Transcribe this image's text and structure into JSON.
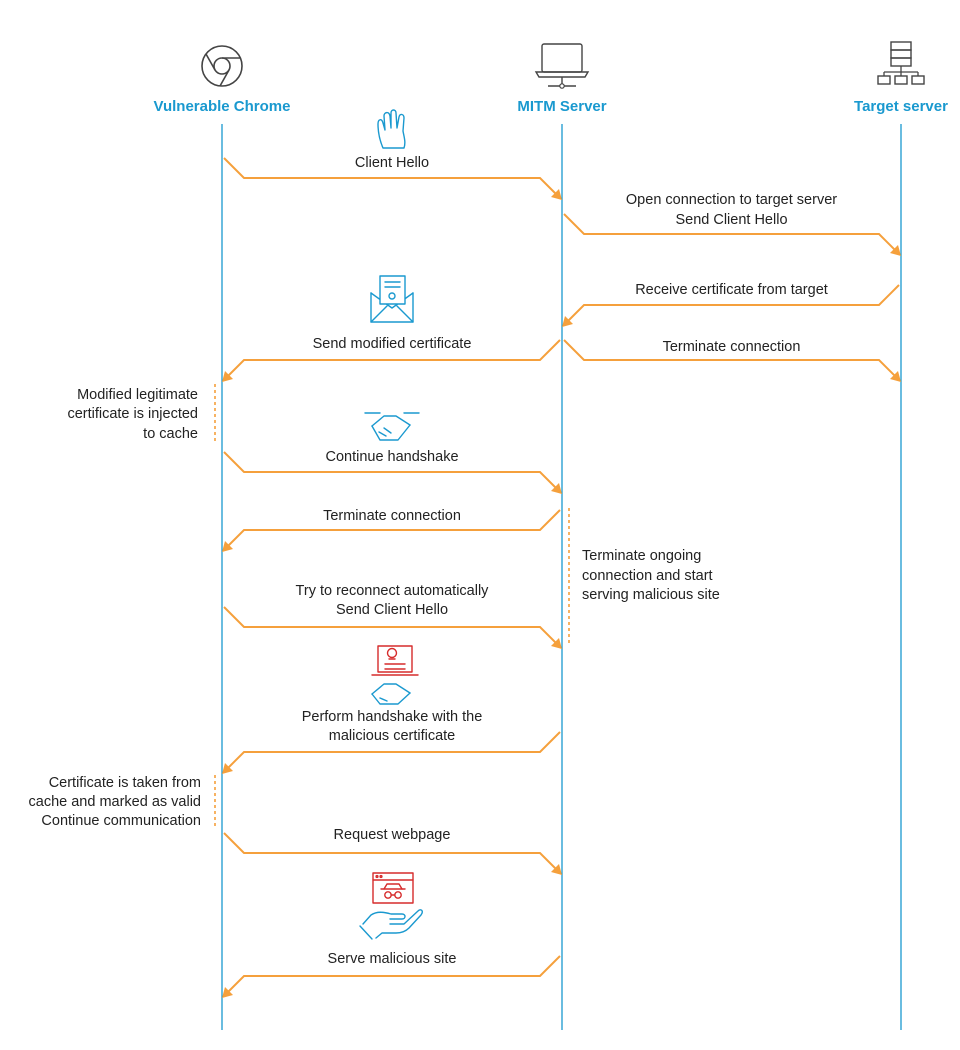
{
  "actors": [
    {
      "id": "chrome",
      "label": "Vulnerable Chrome",
      "icon": "chrome-browser-icon"
    },
    {
      "id": "mitm",
      "label": "MITM Server",
      "icon": "laptop-icon"
    },
    {
      "id": "target",
      "label": "Target server",
      "icon": "server-network-icon"
    }
  ],
  "messages": [
    {
      "from": "chrome",
      "to": "mitm",
      "lines": [
        "Client Hello"
      ]
    },
    {
      "from": "mitm",
      "to": "target",
      "lines": [
        "Open connection to target server",
        "Send Client Hello"
      ]
    },
    {
      "from": "target",
      "to": "mitm",
      "lines": [
        "Receive certificate from target"
      ]
    },
    {
      "from": "mitm",
      "to": "chrome",
      "lines": [
        "Send modified certificate"
      ]
    },
    {
      "from": "mitm",
      "to": "target",
      "lines": [
        "Terminate connection"
      ]
    },
    {
      "from": "chrome",
      "to": "mitm",
      "lines": [
        "Continue handshake"
      ]
    },
    {
      "from": "mitm",
      "to": "chrome",
      "lines": [
        "Terminate connection"
      ]
    },
    {
      "from": "chrome",
      "to": "mitm",
      "lines": [
        "Try to reconnect automatically",
        "Send Client Hello"
      ]
    },
    {
      "from": "mitm",
      "to": "chrome",
      "lines": [
        "Perform handshake with the",
        "malicious certificate"
      ]
    },
    {
      "from": "chrome",
      "to": "mitm",
      "lines": [
        "Request webpage"
      ]
    },
    {
      "from": "mitm",
      "to": "chrome",
      "lines": [
        "Serve malicious site"
      ]
    }
  ],
  "notes": [
    {
      "side": "left-of-chrome",
      "lines": [
        "Modified legitimate",
        "certificate is injected",
        "to cache"
      ]
    },
    {
      "side": "right-of-mitm",
      "lines": [
        "Terminate ongoing",
        "connection and start",
        "serving malicious site"
      ]
    },
    {
      "side": "left-of-chrome",
      "lines": [
        "Certificate is taken from",
        "cache and marked as valid",
        "Continue communication"
      ]
    }
  ],
  "icons": [
    {
      "name": "waving-hand-icon"
    },
    {
      "name": "certificate-envelope-icon"
    },
    {
      "name": "handshake-icon"
    },
    {
      "name": "malicious-certificate-handshake-icon"
    },
    {
      "name": "spy-webpage-hand-icon"
    }
  ],
  "colors": {
    "lifeline": "#1a99cf",
    "arrow": "#f5a03c",
    "actor_label": "#1a99cf",
    "text": "#222222",
    "danger": "#d62c2c"
  }
}
